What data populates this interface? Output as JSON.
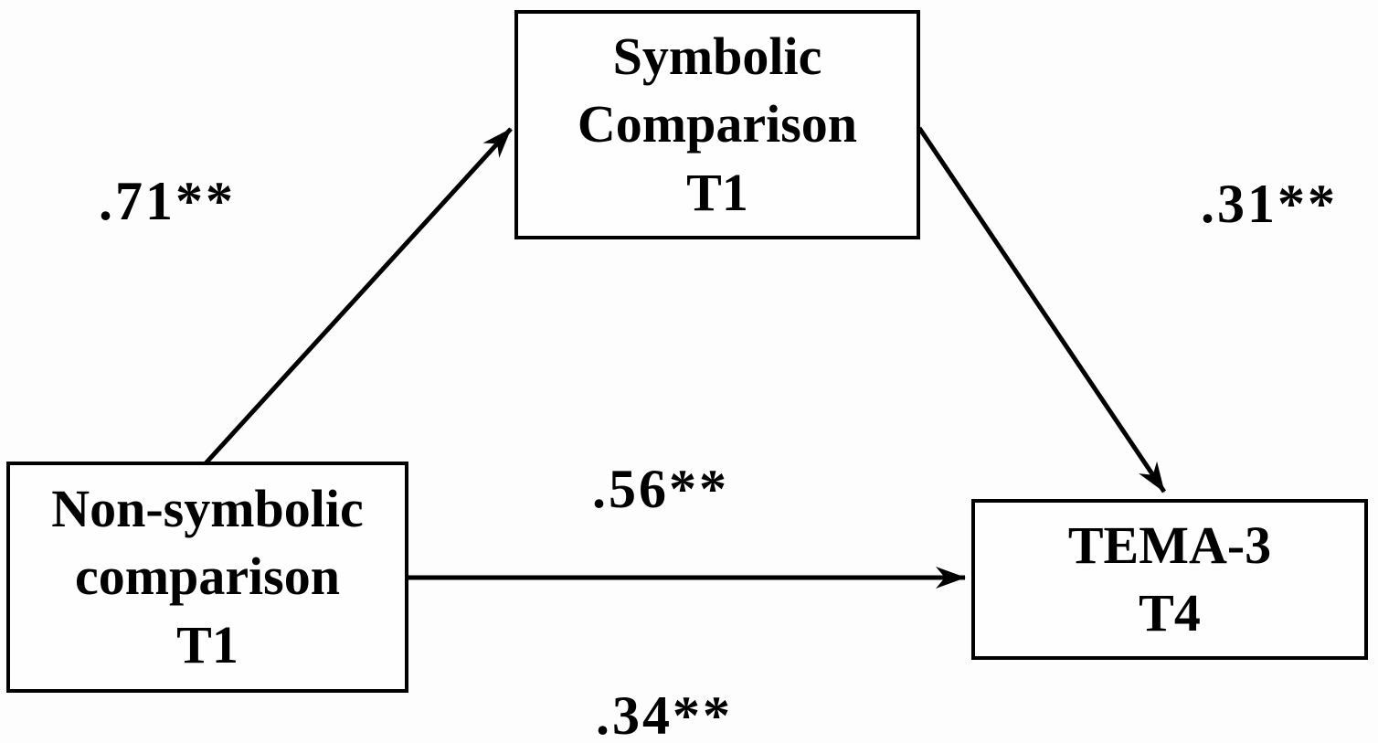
{
  "diagram": {
    "type": "mediation-path-diagram",
    "nodes": {
      "symbolic": {
        "lines": [
          "Symbolic",
          "Comparison",
          "T1"
        ]
      },
      "nonsymbolic": {
        "lines": [
          "Non-symbolic",
          "comparison",
          "T1"
        ]
      },
      "tema": {
        "lines": [
          "TEMA-3",
          "T4"
        ]
      }
    },
    "edges": [
      {
        "from": "nonsymbolic",
        "to": "symbolic",
        "label": ".71**"
      },
      {
        "from": "symbolic",
        "to": "tema",
        "label": ".31**"
      },
      {
        "from": "nonsymbolic",
        "to": "tema",
        "label_above": ".56**",
        "label_below": ".34**"
      }
    ],
    "colors": {
      "line": "#000000",
      "box_border": "#000000",
      "box_fill": "#fefefe",
      "background": "#fdfdfd",
      "text": "#000000"
    }
  }
}
